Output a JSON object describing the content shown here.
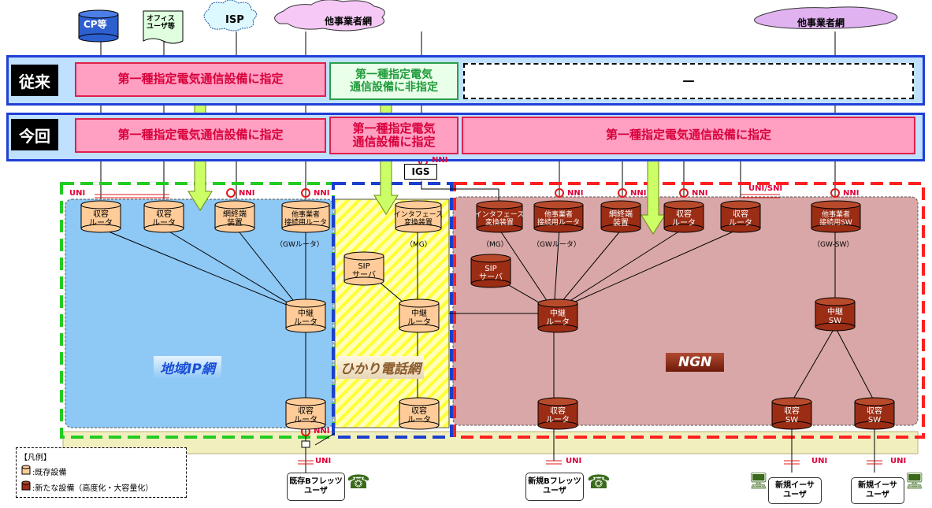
{
  "clouds": {
    "cp": "CP等",
    "office": "オフィス\nユーザ等",
    "isp": "ISP",
    "other_left": "他事業者網",
    "other_right": "他事業者網"
  },
  "rows": {
    "before": "従来",
    "now": "今回"
  },
  "boxes": {
    "designated": "第一種指定電気通信設備に指定",
    "not_designated": "第一種指定電気\n通信設備に非指定",
    "dash": "－",
    "now_left": "第一種指定電気通信設備に指定",
    "now_mid": "第一種指定電気\n通信設備に指定",
    "now_right": "第一種指定電気通信設備に指定"
  },
  "labels": {
    "uni": "UNI",
    "nni": "NNI",
    "uni_sni": "UNI/SNI",
    "igs": "IGS"
  },
  "networks": {
    "regional": "地域IP網",
    "hikari": "ひかり電話網",
    "ngn": "NGN"
  },
  "devices": {
    "sh": "収容\nルータ",
    "net_end": "網終端\n装置",
    "gw": "他事業者\n接続用ルータ",
    "if_conv": "インタフェース\n変換装置",
    "sip": "SIP\nサーバ",
    "relay": "中継\nルータ",
    "gw_sw": "他事業者\n接続用SW",
    "relay_sw": "中継\nSW",
    "sh_sw": "収容\nSW"
  },
  "captions": {
    "gw_router": "（GWルータ）",
    "mg": "（MG）",
    "gw_sw": "（GW-SW）"
  },
  "users": {
    "b_old": "既存Bフレッツ\nユーザ",
    "b_new": "新規Bフレッツ\nユーザ",
    "ether1": "新規イーサ\nユーザ",
    "ether2": "新規イーサ\nユーザ"
  },
  "legend": {
    "title": "【凡例】",
    "existing": ":既存設備",
    "new": ":新たな設備（高度化・大容量化）"
  },
  "colors": {
    "blue_net": "#8ec8f5",
    "yellow_net": "#ffff88",
    "ngn_net": "#d9a7a7",
    "old_dev": "#ffcc99",
    "new_dev": "#9b2d15"
  }
}
